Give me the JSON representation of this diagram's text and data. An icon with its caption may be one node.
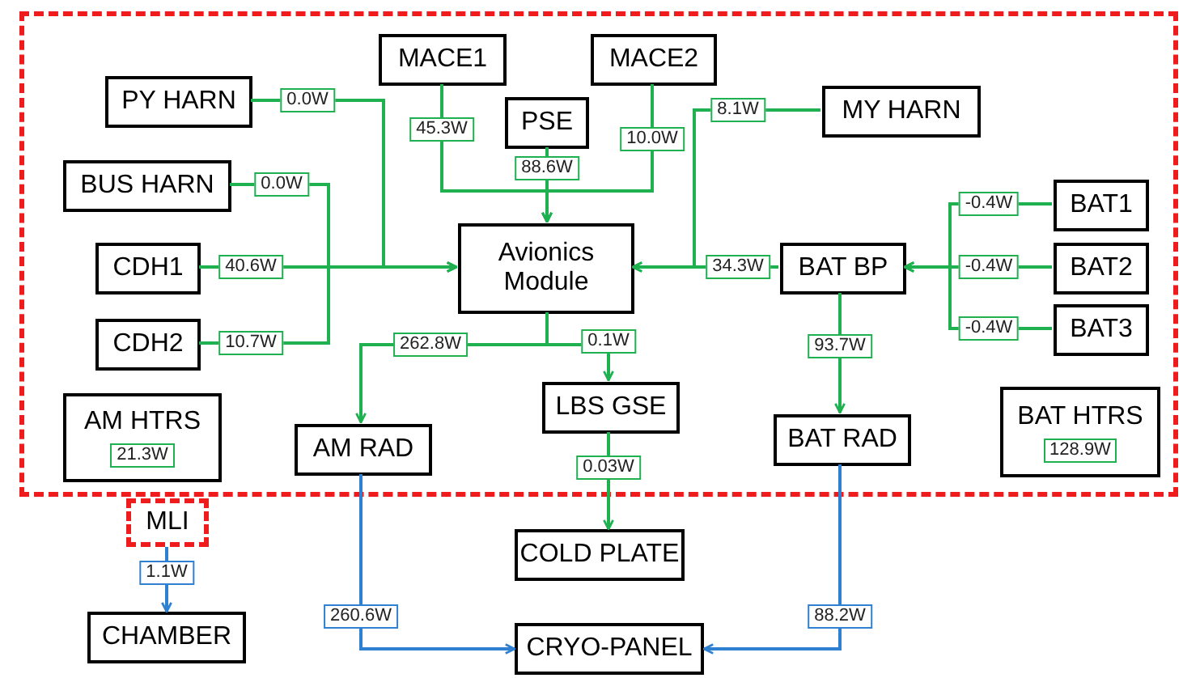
{
  "diagram": {
    "nodes": [
      {
        "text": [],
        "shape": "box"
      },
      {
        "text": [
          "MACE1"
        ],
        "in": 0
      },
      {
        "text": [
          "MACE2"
        ],
        "in": 0
      },
      {
        "text": [
          "PY HARN"
        ],
        "in": 0
      },
      {
        "text": [
          "PSE"
        ],
        "in": 0
      },
      {
        "text": [
          "MY HARN"
        ],
        "in": 0
      },
      {
        "text": [
          "BUS HARN"
        ],
        "in": 0
      },
      {
        "text": [
          "BAT1"
        ],
        "in": 0
      },
      {
        "text": [
          "CDH1"
        ],
        "in": 0
      },
      {
        "text": [
          "Avionics Module"
        ],
        "in": 0
      },
      {
        "text": [
          "BAT BP"
        ],
        "in": 0
      },
      {
        "text": [
          "BAT2"
        ],
        "in": 0
      },
      {
        "text": [
          "CDH2"
        ],
        "in": 0
      },
      {
        "text": [
          "BAT3"
        ],
        "in": 0
      },
      {
        "text": [
          "LBS GSE"
        ],
        "in": 0
      },
      {
        "text": [
          "AM HTRS",
          "21.3W"
        ],
        "in": 0
      },
      {
        "text": [
          "AM RAD"
        ],
        "in": 0
      },
      {
        "text": [
          "BAT RAD"
        ],
        "in": 0
      },
      {
        "text": [
          "BAT HTRS",
          "128.9W"
        ],
        "in": 0
      },
      {
        "text": [
          "MLI"
        ]
      },
      {
        "text": [
          "COLD PLATE"
        ]
      },
      {
        "text": [
          "CHAMBER"
        ]
      },
      {
        "text": [
          "CRYO-PANEL"
        ]
      }
    ],
    "edges": [
      {
        "from": 3,
        "to": 9,
        "arrow": "to",
        "label": "0.0W"
      },
      {
        "from": 6,
        "to": 9,
        "arrow": "to",
        "label": "0.0W"
      },
      {
        "from": 8,
        "to": 9,
        "arrow": "to",
        "label": "40.6W"
      },
      {
        "from": 12,
        "to": 9,
        "arrow": "to",
        "label": "10.7W"
      },
      {
        "from": 1,
        "to": 9,
        "arrow": "to",
        "label": "45.3W"
      },
      {
        "from": 4,
        "to": 9,
        "arrow": "to",
        "label": "88.6W"
      },
      {
        "from": 2,
        "to": 9,
        "arrow": "to",
        "label": "10.0W"
      },
      {
        "from": 5,
        "to": 9,
        "arrow": "to",
        "label": "8.1W"
      },
      {
        "from": 10,
        "to": 9,
        "arrow": "to",
        "label": "34.3W"
      },
      {
        "from": 7,
        "to": 10,
        "arrow": "to",
        "label": "-0.4W"
      },
      {
        "from": 11,
        "to": 10,
        "arrow": "to",
        "label": "-0.4W"
      },
      {
        "from": 13,
        "to": 10,
        "arrow": "to",
        "label": "-0.4W"
      },
      {
        "from": 9,
        "to": 16,
        "arrow": "to",
        "label": "262.8W"
      },
      {
        "from": 9,
        "to": 14,
        "arrow": "to",
        "label": "0.1W"
      },
      {
        "from": 14,
        "to": 20,
        "arrow": "to",
        "label": "0.03W"
      },
      {
        "from": 10,
        "to": 17,
        "arrow": "to",
        "label": "93.7W"
      },
      {
        "from": 16,
        "to": 22,
        "arrow": "to",
        "label": "260.6W",
        "color": "#2f80d0"
      },
      {
        "from": 17,
        "to": 22,
        "arrow": "to",
        "label": "88.2W",
        "color": "#2f80d0"
      },
      {
        "from": 19,
        "to": 21,
        "arrow": "to",
        "label": "1.1W",
        "color": "#2f80d0"
      }
    ]
  }
}
